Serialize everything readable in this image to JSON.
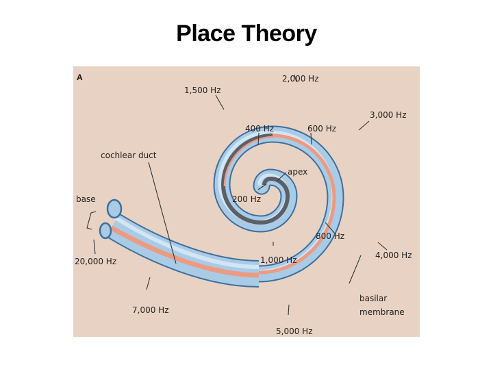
{
  "title": "Place Theory",
  "figure": {
    "panel_letter": "A",
    "labels": {
      "hz_2000": "2,000 Hz",
      "hz_1500": "1,500 Hz",
      "hz_3000": "3,000 Hz",
      "hz_400": "400 Hz",
      "hz_600": "600 Hz",
      "cochlear_duct": "cochlear duct",
      "apex": "apex",
      "base": "base",
      "hz_200": "200 Hz",
      "hz_800": "800 Hz",
      "hz_4000": "4,000 Hz",
      "hz_20000": "20,000 Hz",
      "hz_1000": "1,000 Hz",
      "basilar": "basilar",
      "membrane": "membrane",
      "hz_7000": "7,000 Hz",
      "hz_5000": "5,000 Hz"
    },
    "colors": {
      "background": "#e8d2c3",
      "tube_outline": "#3c6f9e",
      "tube_fill": "#a9cbe6",
      "tube_highlight": "#dcebf7",
      "basilar_membrane": "#ec9b80",
      "cochlear_duct_dark": "#5c5f66"
    }
  }
}
